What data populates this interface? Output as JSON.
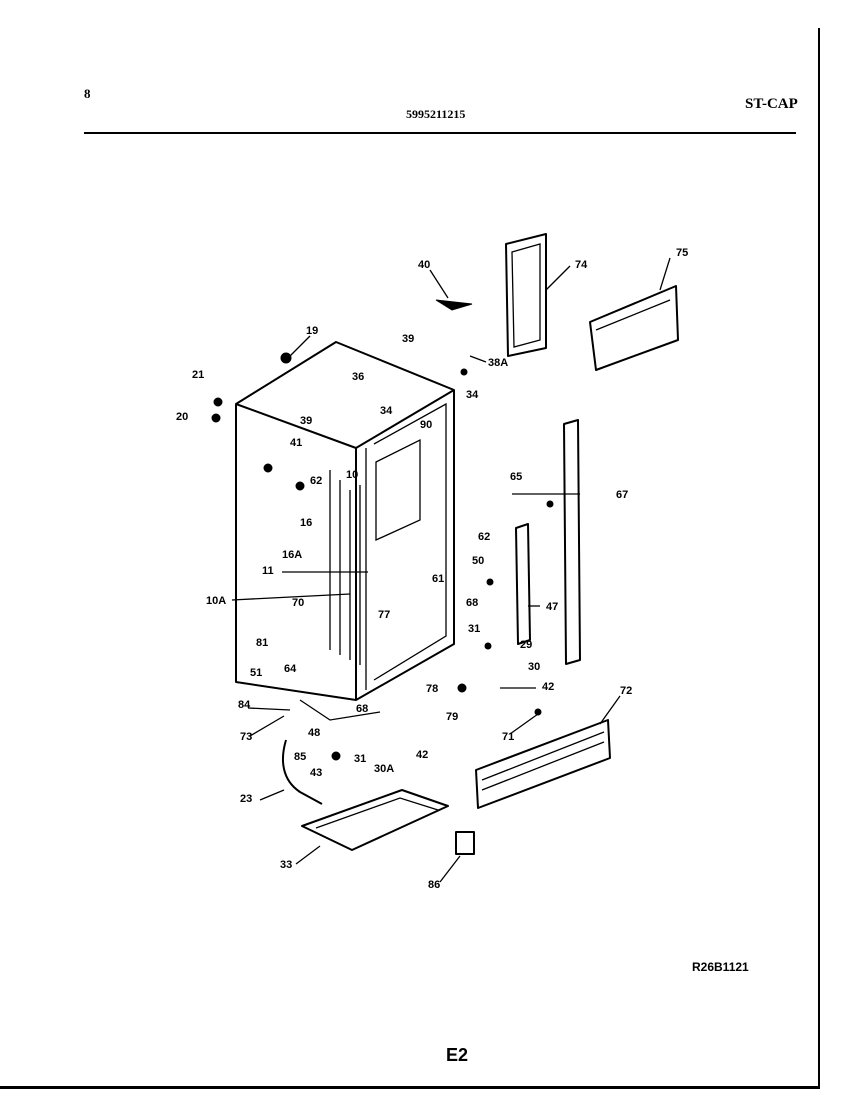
{
  "header": {
    "page_number": "8",
    "model_number": "5995211215",
    "section_code": "ST-CAP"
  },
  "footer": {
    "drawing_number": "R26B1121",
    "page_id": "E2"
  },
  "diagram": {
    "part_labels": [
      "40",
      "74",
      "75",
      "19",
      "39",
      "38A",
      "21",
      "36",
      "34",
      "20",
      "39",
      "34",
      "90",
      "41",
      "10",
      "62",
      "65",
      "67",
      "16",
      "62",
      "16A",
      "11",
      "50",
      "61",
      "10A",
      "70",
      "77",
      "47",
      "68",
      "31",
      "29",
      "81",
      "30",
      "64",
      "78",
      "42",
      "51",
      "79",
      "72",
      "84",
      "73",
      "48",
      "68",
      "85",
      "31",
      "30A",
      "42",
      "71",
      "43",
      "23",
      "33",
      "86"
    ]
  }
}
